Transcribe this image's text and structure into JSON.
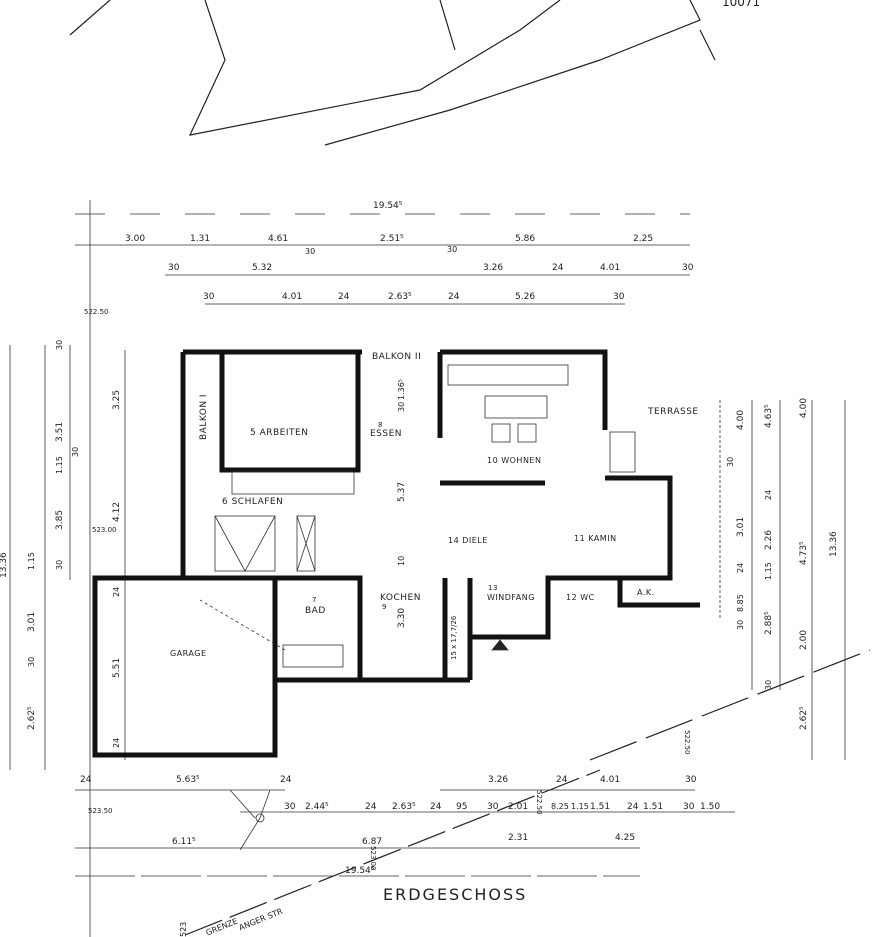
{
  "sheet": {
    "corner_number": "10071",
    "title": "ERDGESCHOSS",
    "street": [
      "GRENZE",
      "ANGER STR",
      "523"
    ]
  },
  "rooms": {
    "balkon1": "BALKON I",
    "balkon2": "BALKON II",
    "arbeiten": "5 ARBEITEN",
    "essen_no": "8",
    "essen": "ESSEN",
    "wohnen": "10 WOHNEN",
    "terrasse": "TERRASSE",
    "schlafen": "6 SCHLAFEN",
    "diele": "14 DIELE",
    "kamin": "11 KAMIN",
    "bad_no": "7",
    "bad": "BAD",
    "kochen": "KOCHEN",
    "kochen_no": "9",
    "windfang_no": "13",
    "windfang": "WINDFANG",
    "wc": "12 WC",
    "ak": "A.K.",
    "garage": "GARAGE",
    "stair": "15 x 17,7/26"
  },
  "levels": {
    "nw": "522.50",
    "w": "523.00",
    "sw": "523.50",
    "s1": "523.00",
    "s2": "522.50",
    "se": "522.50"
  },
  "dims_top": {
    "total": "19.54⁵",
    "row1": [
      "3.00",
      "1.31",
      "4.61",
      "2.51⁵",
      "5.86",
      "2.25"
    ],
    "row1_small": [
      "30",
      "30"
    ],
    "row2": [
      "30",
      "5.32",
      "3.26",
      "24",
      "4.01",
      "30"
    ],
    "row3": [
      "30",
      "4.01",
      "24",
      "2.63⁵",
      "24",
      "5.26",
      "30"
    ]
  },
  "dims_inner": [
    "1.36⁵",
    "30",
    "5.37",
    "10",
    "3.30"
  ],
  "dims_left": [
    "30",
    "3.51",
    "3.25",
    "1.15",
    "30",
    "3.85",
    "4.12",
    "13.36",
    "1.15",
    "30",
    "3.01",
    "30",
    "2.62⁵",
    "24",
    "5.51",
    "24"
  ],
  "dims_right": [
    "4.00",
    "30",
    "3.01",
    "24",
    "8.85",
    "30",
    "4.63⁵",
    "24",
    "2.26",
    "1.15",
    "2.88⁵",
    "30",
    "4.00",
    "4.73⁵",
    "2.00",
    "13.36",
    "2.62⁵"
  ],
  "dims_bottom": {
    "row1": [
      "24",
      "5.63⁵",
      "24",
      "3.26",
      "24",
      "4.01",
      "30"
    ],
    "row2": [
      "30",
      "2.44⁵",
      "24",
      "2.63⁵",
      "24",
      "95",
      "30",
      "2.01",
      "8.25",
      "1.15",
      "1.51",
      "24",
      "1.51",
      "30",
      "1.50"
    ],
    "row3": [
      "6.11⁵",
      "6.87",
      "2.31",
      "4.25"
    ],
    "total": "19.54⁵"
  }
}
